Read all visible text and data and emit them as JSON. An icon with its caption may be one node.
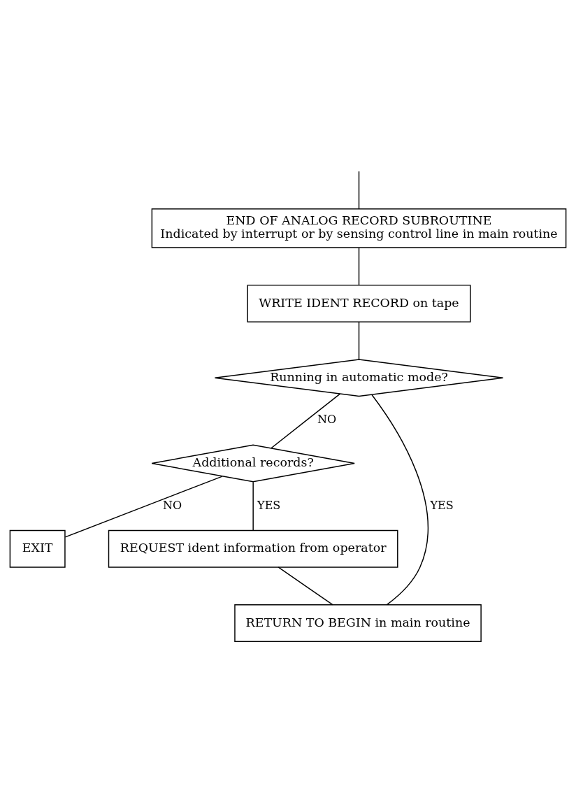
{
  "diagram": {
    "nodes": [
      {
        "text": [
          "END OF ANALOG RECORD SUBROUTINE",
          "Indicated by interrupt or by sensing control line in main routine"
        ]
      },
      {
        "text": [
          "WRITE IDENT RECORD on tape"
        ]
      },
      {
        "text": [
          "Running in automatic mode?"
        ]
      },
      {
        "text": [
          "Additional records?"
        ]
      },
      {
        "text": [
          "EXIT"
        ]
      },
      {
        "text": [
          "REQUEST ident information from operator"
        ]
      },
      {
        "text": [
          "RETURN TO BEGIN in main routine"
        ]
      }
    ],
    "edges": [
      {
        "from": null,
        "to": 0,
        "arrow": "none"
      },
      {
        "from": 0,
        "to": 1,
        "arrow": "none"
      },
      {
        "from": 1,
        "to": 2,
        "arrow": "none"
      },
      {
        "from": 2,
        "to": 3,
        "label": "NO",
        "arrow": "none"
      },
      {
        "from": 3,
        "to": 4,
        "label": "NO",
        "arrow": "none"
      },
      {
        "from": 3,
        "to": 5,
        "label": "YES",
        "arrow": "none"
      },
      {
        "from": 5,
        "to": 6,
        "arrow": "none"
      },
      {
        "from": 2,
        "to": 6,
        "label": "YES",
        "arrow": "none"
      }
    ]
  }
}
